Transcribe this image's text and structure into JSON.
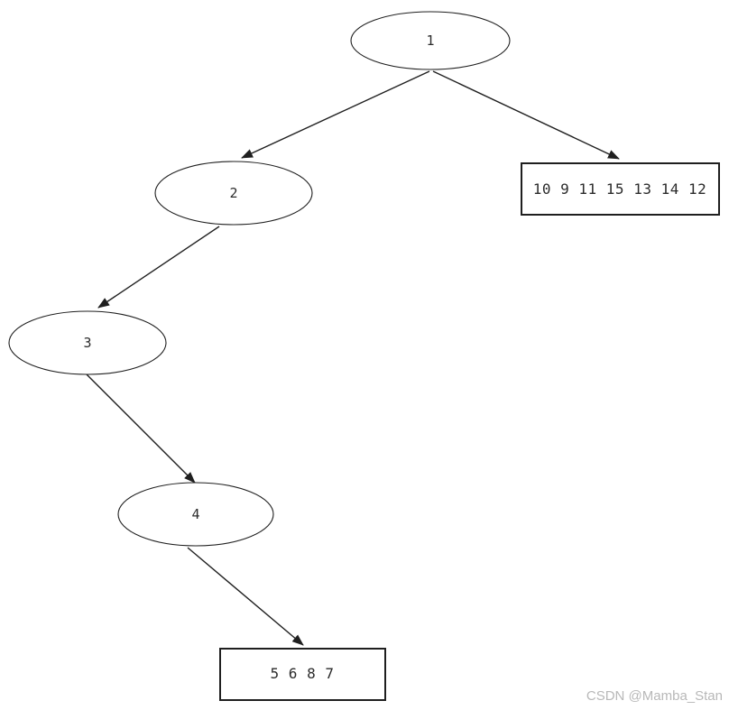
{
  "diagram": {
    "type": "tree",
    "colors": {
      "background": "#ffffff",
      "stroke": "#1f1f1f",
      "node_fill": "#ffffff",
      "text": "#2b2b2b"
    },
    "nodes": [
      {
        "id": "1",
        "shape": "ellipse",
        "label": "1"
      },
      {
        "id": "2",
        "shape": "ellipse",
        "label": "2"
      },
      {
        "id": "3",
        "shape": "ellipse",
        "label": "3"
      },
      {
        "id": "4",
        "shape": "ellipse",
        "label": "4"
      },
      {
        "id": "leaf-right",
        "shape": "rect",
        "label": "10 9 11 15 13 14 12"
      },
      {
        "id": "leaf-bottom",
        "shape": "rect",
        "label": "5 6 8 7"
      }
    ],
    "edges": [
      {
        "from": "1",
        "to": "2"
      },
      {
        "from": "1",
        "to": "leaf-right"
      },
      {
        "from": "2",
        "to": "3"
      },
      {
        "from": "3",
        "to": "4"
      },
      {
        "from": "4",
        "to": "leaf-bottom"
      }
    ]
  },
  "watermark": {
    "text": "CSDN @Mamba_Stan",
    "color": "#b8b8b8"
  }
}
